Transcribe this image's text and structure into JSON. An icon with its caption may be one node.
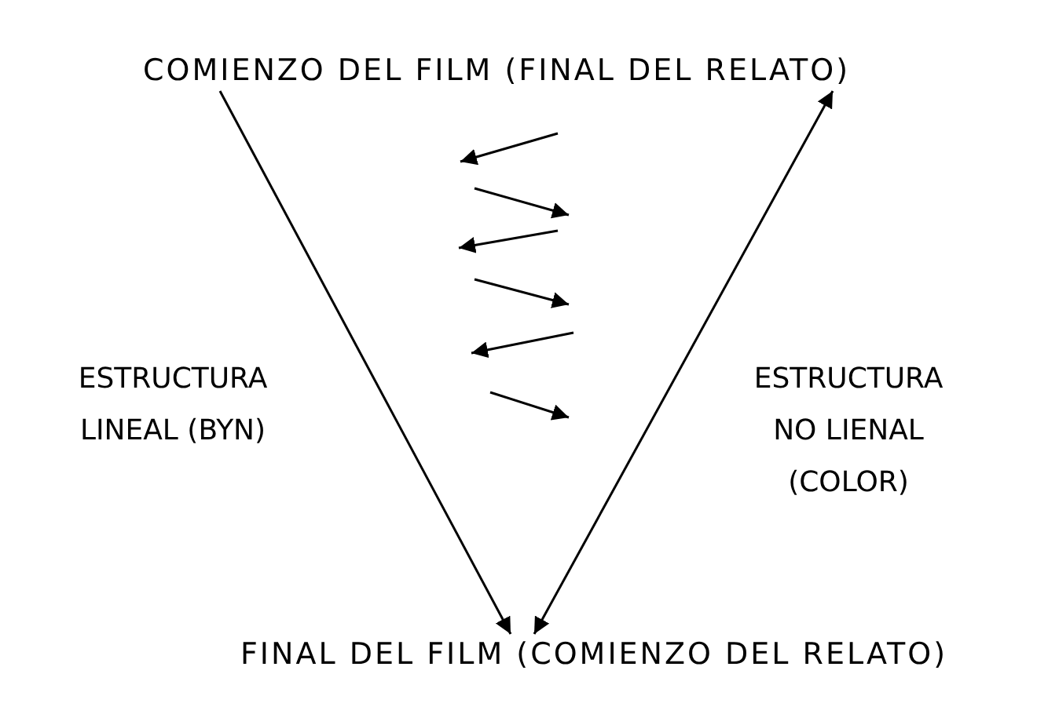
{
  "diagram": {
    "nodes": [
      {
        "text": [
          "COMIENZO DEL FILM (FINAL DEL RELATO)"
        ]
      },
      {
        "text": [
          "FINAL DEL FILM (COMIENZO DEL RELATO)"
        ]
      }
    ],
    "edges": [
      {
        "from": 0,
        "to": 1,
        "arrow": "to"
      },
      {
        "from": 1,
        "to": 0,
        "arrow": "both"
      }
    ],
    "labels": [
      "ESTRUCTURA LINEAL (BYN)",
      "ESTRUCTURA NO LIENAL (COLOR)"
    ]
  }
}
